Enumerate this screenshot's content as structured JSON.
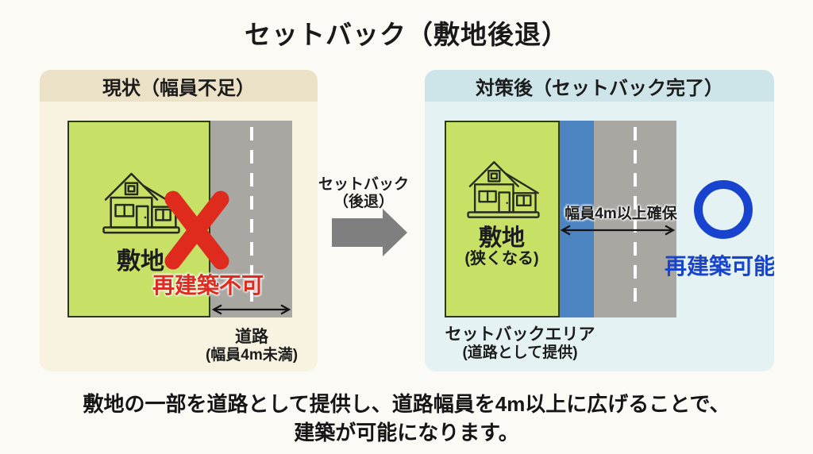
{
  "title": "セットバック（敷地後退）",
  "left_panel": {
    "header": "現状（幅員不足）",
    "site": {
      "label": "敷地"
    },
    "status": {
      "label": "再建築不可"
    },
    "road": {
      "label": "道路",
      "sublabel": "(幅員4m未満)"
    }
  },
  "transition": {
    "label": "セットバック",
    "sublabel": "（後退）"
  },
  "right_panel": {
    "header": "対策後（セットバック完了）",
    "site": {
      "label": "敷地",
      "sublabel": "(狭くなる)"
    },
    "road_width": {
      "label": "幅員4m以上確保"
    },
    "status": {
      "label": "再建築可能"
    },
    "setback_area": {
      "label": "セットバックエリア",
      "sublabel": "(道路として提供)"
    }
  },
  "caption": {
    "line1": "敷地の一部を道路として提供し、道路幅員を4m以上に広げることで、",
    "line2": "建築が可能になります。"
  },
  "icons": {
    "house": "house-line-art",
    "x_mark": "red-cross-not-allowed",
    "ok_ring": "blue-circle-allowed",
    "transition_arrow": "gray-right-arrow",
    "measure_arrow": "double-headed-width-arrow"
  },
  "colors": {
    "page_bg": "#fbfaf5",
    "left_panel_bg": "#f8f2e1",
    "left_header_bg": "#ebe1c6",
    "right_panel_bg": "#e4f2f4",
    "right_header_bg": "#cde4e9",
    "site_green": "#c6e166",
    "road_gray": "#a9a7a2",
    "setback_blue": "#4d85c3",
    "alert_red": "#df2b1e",
    "ok_blue": "#1743cf",
    "arrow_gray": "#7f7f7f"
  }
}
